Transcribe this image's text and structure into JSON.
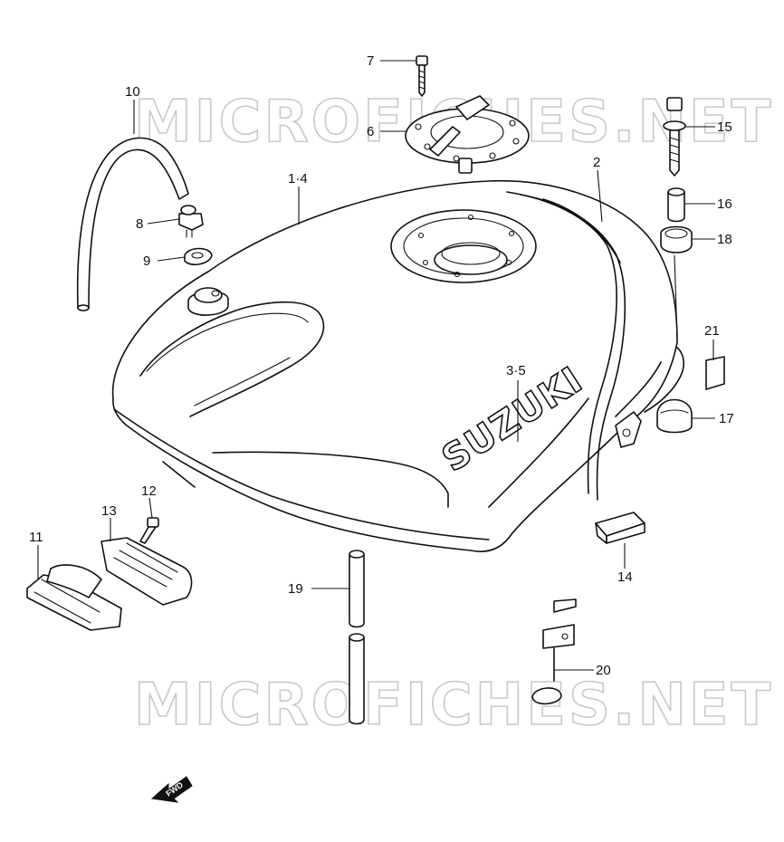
{
  "watermarks": [
    "MICROFICHES.NET",
    "MICROFICHES.NET"
  ],
  "brand_text": "SUZUKI",
  "fwd_label": "FWD",
  "callouts": {
    "c1": "1·4",
    "c2": "2",
    "c3": "3·5",
    "c6": "6",
    "c7": "7",
    "c8": "8",
    "c9": "9",
    "c10": "10",
    "c11": "11",
    "c12": "12",
    "c13": "13",
    "c14": "14",
    "c15": "15",
    "c16": "16",
    "c17": "17",
    "c18": "18",
    "c19": "19",
    "c20": "20",
    "c21": "21"
  }
}
